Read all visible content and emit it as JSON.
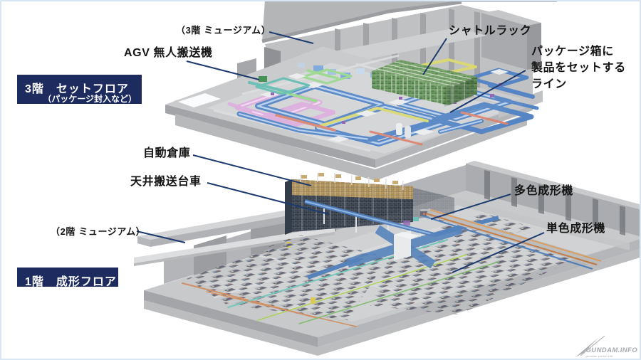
{
  "page": {
    "background": "#ffffff",
    "border_color": "#d9e7f4",
    "leader_line_color": "#1d3a6e",
    "label_text_color": "#151515"
  },
  "floor_boxes": {
    "floor3": {
      "title": "3階　セットフロア",
      "subtitle": "（パッケージ封入など）",
      "bg": "#1d2b5f",
      "text_color": "#ffffff"
    },
    "floor1": {
      "title": "1階　成形フロア",
      "bg": "#1d2b5f",
      "text_color": "#ffffff"
    }
  },
  "annotations": {
    "museum3f": {
      "text": "（3階 ミュージアム）"
    },
    "agv": {
      "text": "AGV 無人搬送機"
    },
    "shuttle_rack": {
      "text": "シャトルラック"
    },
    "package_line": {
      "lines": [
        "パッケージ箱に",
        "製品をセットする",
        "ライン"
      ]
    },
    "auto_warehouse": {
      "text": "自動倉庫"
    },
    "ceiling_carrier": {
      "text": "天井搬送台車"
    },
    "museum2f": {
      "text": "（2階 ミュージアム）"
    },
    "multicolor_molding": {
      "text": "多色成形機"
    },
    "singlecolor_molding": {
      "text": "単色成形機"
    }
  },
  "scene": {
    "floor3_name": "3F set floor (packaging)",
    "floor1_name": "1F molding floor",
    "machine_colors": {
      "conveyor_blue": "#5585c4",
      "rack_green": "#6c9a60",
      "machine_pink": "#dcaede",
      "machine_purple": "#8f5fae",
      "line_yellow": "#d9d873",
      "line_red": "#da8572",
      "line_teal": "#66bdb2",
      "warehouse_tan": "#c9aa70",
      "conveyor_orange": "#c07840"
    }
  },
  "watermark": {
    "brand": "GUNDAM.INFO",
    "sub": "gundam portal site"
  }
}
